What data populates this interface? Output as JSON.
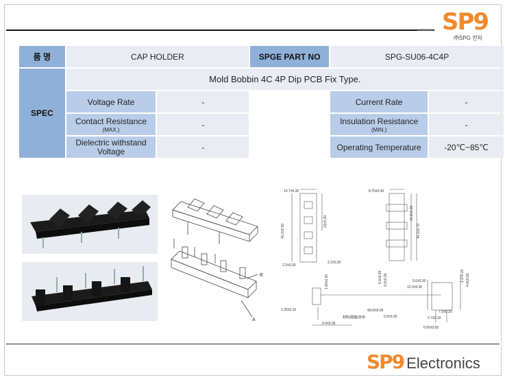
{
  "header": {
    "logo_text": "SP9",
    "logo_sub": "㈜SPG 전자"
  },
  "table": {
    "name_label": "품  명",
    "name_value": "CAP HOLDER",
    "part_no_label": "SPGE PART NO",
    "part_no_value": "SPG-SU06-4C4P",
    "spec_label": "SPEC",
    "description": "Mold Bobbin 4C 4P Dip PCB Fix Type.",
    "rows": [
      {
        "left_label": "Voltage Rate",
        "left_sub": "",
        "left_value": "-",
        "right_label": "Current Rate",
        "right_sub": "",
        "right_value": "-"
      },
      {
        "left_label": "Contact Resistance",
        "left_sub": "(MAX.)",
        "left_value": "-",
        "right_label": "Insulation Resistance",
        "right_sub": "(MIN.)",
        "right_value": "-"
      },
      {
        "left_label": "Dielectric withstand Voltage",
        "left_sub": "",
        "left_value": "-",
        "right_label": "Operating Temperature",
        "right_sub": "",
        "right_value": "-20℃~85℃"
      }
    ]
  },
  "drawing": {
    "label_a": "A",
    "label_b": "B",
    "dims": [
      "10.7±0.30",
      "40.2±0.50",
      "21±0.20",
      "2.2±0.20",
      "2.2±0.20",
      "8.75±0.30",
      "10.8±0.20",
      "44.2±0.70",
      "1.60±0.30",
      "5.0±0.20",
      "3.0±0.20",
      "5.6±0.30",
      "10.2±0.30",
      "1.2±0.20",
      "4.8±0.20",
      "1.25±0.15",
      "Φ0.8±0.05",
      "7.9±0.20",
      "0.9±0.20",
      "0.7±0.10",
      "9.4±0.30",
      "0.60±0.05",
      "材料(樹脂)外形"
    ]
  },
  "footer": {
    "logo_text": "SP9",
    "company": "Electronics"
  }
}
